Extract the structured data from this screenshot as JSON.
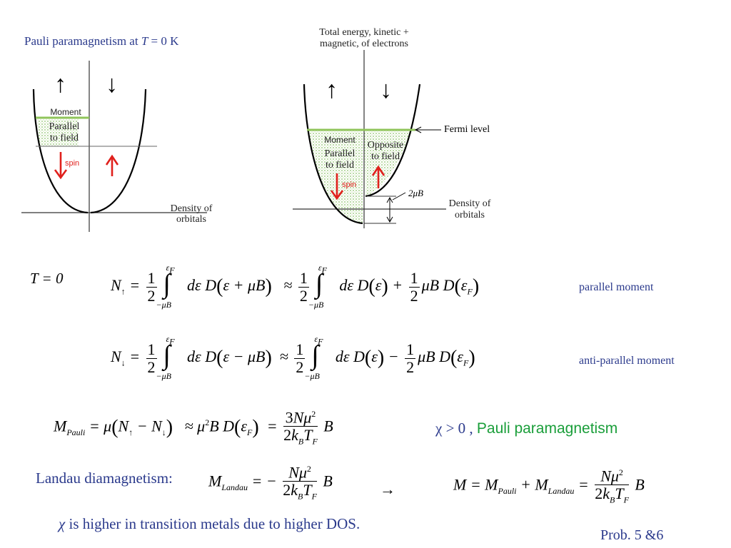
{
  "slide": {
    "title_prefix": "Pauli paramagnetism at ",
    "title_T": "T",
    "title_suffix": " = 0 K",
    "figure_left": {
      "arrow_up": "↑",
      "arrow_down": "↓",
      "moment": "Moment",
      "parallel": "Parallel",
      "to_field": "to field",
      "spin": "spin",
      "axis_label_1": "Density of",
      "axis_label_2": "orbitals"
    },
    "figure_right": {
      "caption_1": "Total energy, kinetic +",
      "caption_2": "magnetic, of electrons",
      "arrow_up": "↑",
      "arrow_down": "↓",
      "moment": "Moment",
      "parallel": "Parallel",
      "to_field": "to field",
      "opposite": "Opposite",
      "to_field_2": "to field",
      "spin": "spin",
      "fermi_level": "Fermi level",
      "two_mu_b": "2μB",
      "axis_label_1": "Density of",
      "axis_label_2": "orbitals"
    },
    "t_equals_zero": "T = 0",
    "parallel_moment": "parallel moment",
    "antiparallel_moment": "anti-parallel moment",
    "chi_condition": "χ > 0 , ",
    "pauli_label": "Pauli paramagnetism",
    "landau_label": "Landau diamagnetism:",
    "arrow_right": "→",
    "footnote_chi": "χ",
    "footnote_text": " is higher in transition metals due to higher DOS.",
    "prob": "Prob. 5 &6"
  },
  "colors": {
    "blue_text": "#2b3a8c",
    "green_text": "#1a9e3a",
    "red_arrow": "#e0201c",
    "green_fermi": "#8fc45a"
  }
}
